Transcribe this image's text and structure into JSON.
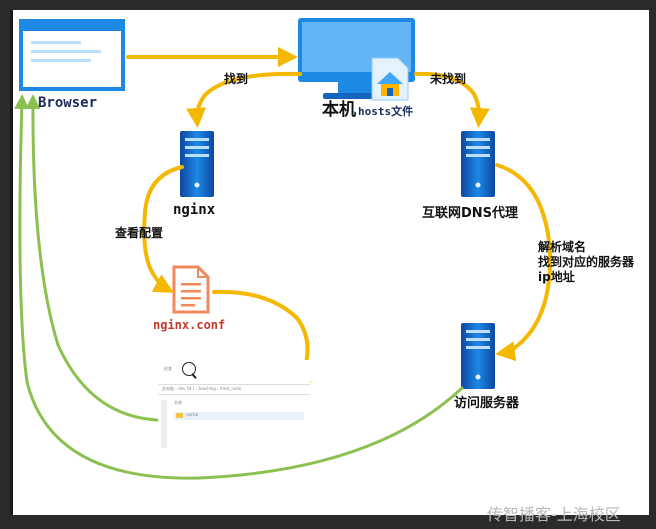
{
  "nodes": {
    "browser": "Browser",
    "local_machine": "本机",
    "hosts_file": "hosts文件",
    "nginx": "nginx",
    "dns_proxy": "互联网DNS代理",
    "nginx_conf": "nginx.conf",
    "access_server": "访问服务器"
  },
  "edges": {
    "found": "找到",
    "not_found": "未找到",
    "check_config": "查看配置",
    "resolve_line1": "解析域名",
    "resolve_line2": "找到对应的服务器",
    "resolve_line3": "ip地址"
  },
  "explorer": {
    "title": "检查",
    "path": [
      "此电脑",
      "dev (H:)",
      "teaching",
      "front_code"
    ],
    "column": "名称",
    "folder": "portal"
  },
  "watermark": "传智播客-上海校区",
  "colors": {
    "arrow_yellow": "#f5b800",
    "arrow_green": "#8cc152",
    "monitor_blue": "#1e88e5",
    "server_blue": "#1565c0",
    "file_orange": "#f08a5d"
  }
}
